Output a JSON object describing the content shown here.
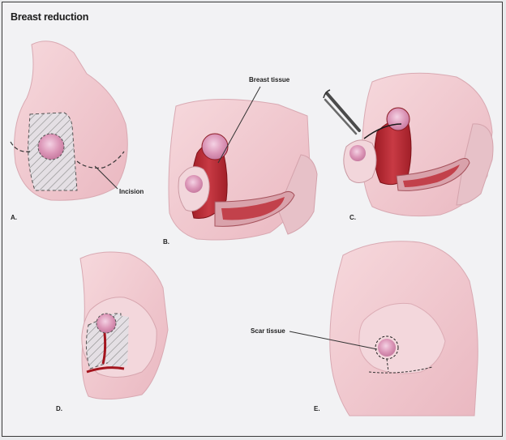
{
  "title": "Breast reduction",
  "panels": {
    "a": {
      "letter": "A.",
      "callout": "Incision"
    },
    "b": {
      "letter": "B.",
      "callout": "Breast tissue"
    },
    "c": {
      "letter": "C."
    },
    "d": {
      "letter": "D."
    },
    "e": {
      "letter": "E.",
      "callout": "Scar tissue"
    }
  },
  "colors": {
    "skin": "#f0c9cf",
    "skin_shade": "#e3aab4",
    "areola": "#d98fb1",
    "tissue": "#b2232c",
    "hatch": "#8a8a8a"
  }
}
